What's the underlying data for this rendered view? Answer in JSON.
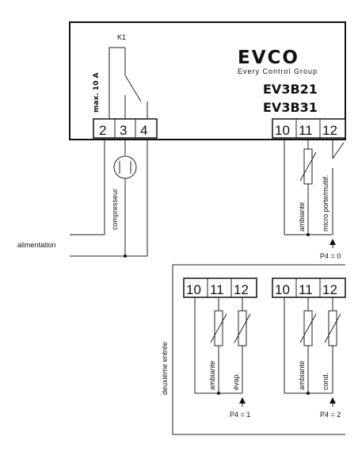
{
  "device": {
    "brand_logo": "EVCO",
    "brand_tagline": "Every Control Group",
    "model_1": "EV3B21",
    "model_2": "EV3B31",
    "relay_label": "K1",
    "relay_rating": "max. 10 A"
  },
  "main_terminals": [
    "2",
    "3",
    "4"
  ],
  "input_terminals": [
    "10",
    "11",
    "12"
  ],
  "labels": {
    "compressor": "compresseur",
    "supply": "alimentation",
    "ambient": "ambiante",
    "door_switch": "micro porte/multif.",
    "p4_0": "P4 = 0",
    "second_input": "deuxième entrée",
    "evaporator": "évap.",
    "condenser": "cond.",
    "p4_1": "P4 = 1",
    "p4_2": "P4 = 2"
  },
  "panel_left": {
    "terminals": [
      "10",
      "11",
      "12"
    ],
    "probe_1": "ambiante",
    "probe_2": "évap.",
    "mode": "P4 = 1"
  },
  "panel_right": {
    "terminals": [
      "10",
      "11",
      "12"
    ],
    "probe_1": "ambiante",
    "probe_2": "cond.",
    "mode": "P4 = 2"
  },
  "colors": {
    "line": "#111111",
    "background": "#ffffff"
  }
}
